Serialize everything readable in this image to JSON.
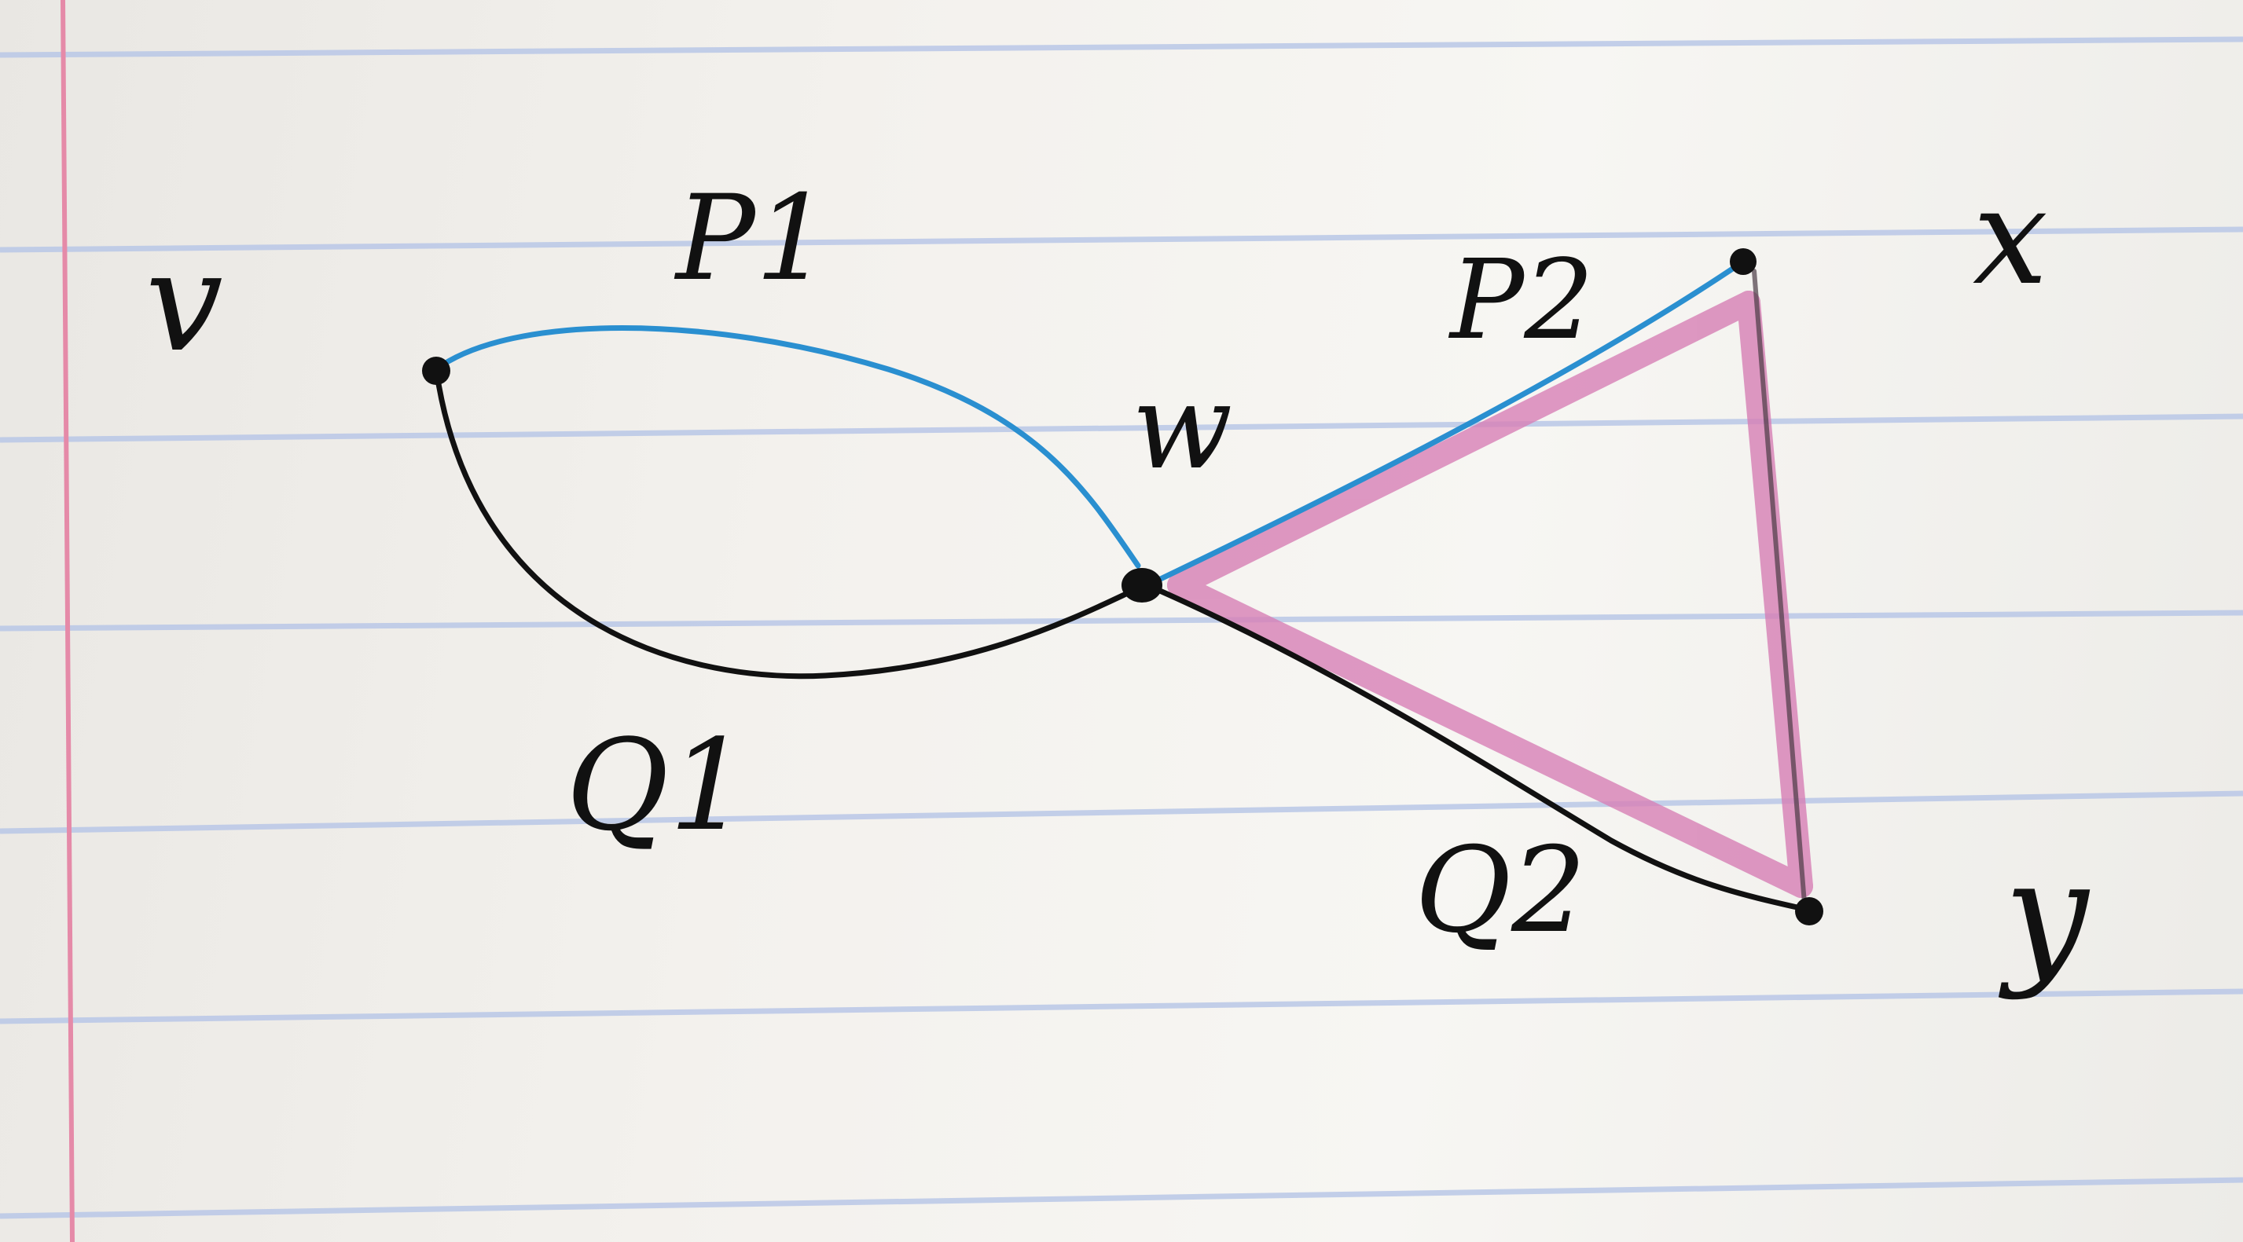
{
  "diagram": {
    "vertices": {
      "v": "v",
      "w": "w",
      "x": "x",
      "y": "y"
    },
    "paths": {
      "p1": "P1",
      "p2": "P2",
      "q1": "Q1",
      "q2": "Q2"
    },
    "colors": {
      "p_paths": "#2a8fd0",
      "q_paths": "#111111",
      "highlight": "#d77fb5",
      "rule_lines": "#b9c7e6",
      "margin_line": "#e58aa8"
    }
  }
}
